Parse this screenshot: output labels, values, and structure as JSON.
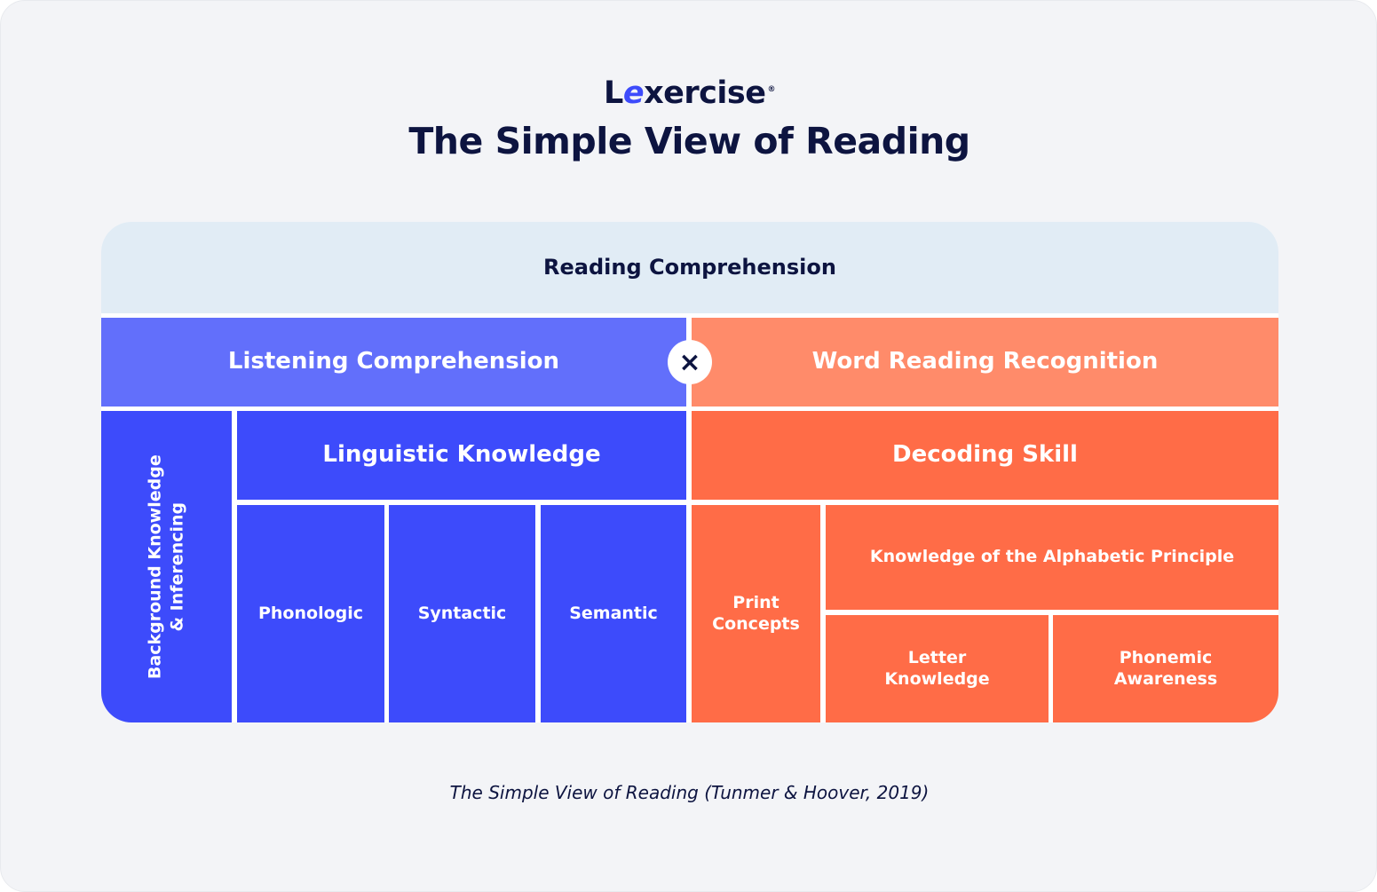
{
  "header": {
    "logo_prefix": "L",
    "logo_accent": "e",
    "logo_suffix": "xercise",
    "logo_mark": "®",
    "title": "The Simple View of Reading"
  },
  "diagram": {
    "reading_comprehension": "Reading Comprehension",
    "listening_comprehension": "Listening Comprehension",
    "operator": "×",
    "word_reading_recognition": "Word Reading Recognition",
    "background_line1": "Background Knowledge",
    "background_line2": "& Inferencing",
    "linguistic_knowledge": "Linguistic Knowledge",
    "phonologic": "Phonologic",
    "syntactic": "Syntactic",
    "semantic": "Semantic",
    "decoding_skill": "Decoding Skill",
    "print_line1": "Print",
    "print_line2": "Concepts",
    "alphabetic_principle": "Knowledge of the Alphabetic Principle",
    "letter_line1": "Letter",
    "letter_line2": "Knowledge",
    "phonemic_line1": "Phonemic",
    "phonemic_line2": "Awareness"
  },
  "caption": "The Simple View of Reading (Tunmer & Hoover, 2019)",
  "colors": {
    "navy": "#0d1440",
    "light_blue": "#e1ecf5",
    "medium_blue": "#626ffb",
    "strong_blue": "#3d4bfb",
    "light_orange": "#ff8b6a",
    "strong_orange": "#ff6c47"
  }
}
